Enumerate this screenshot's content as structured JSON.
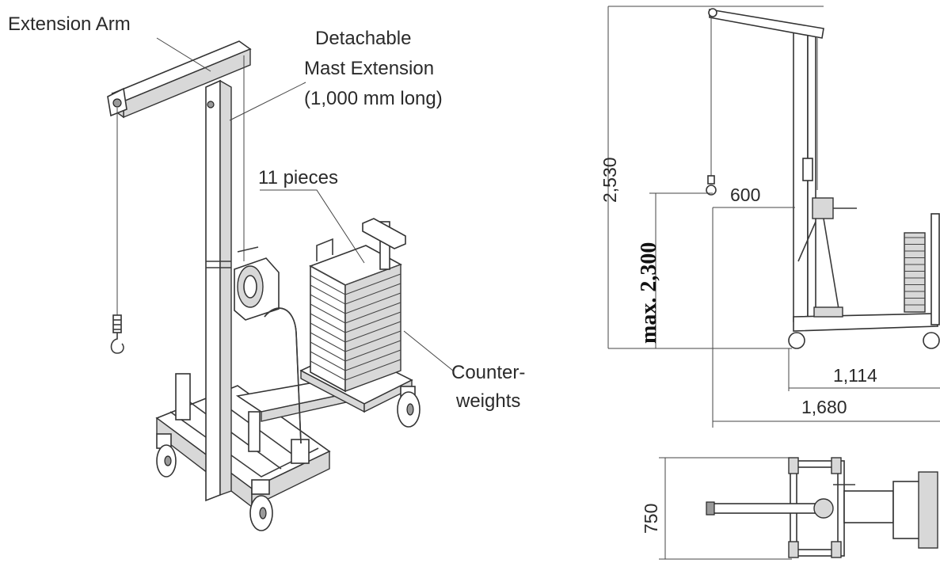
{
  "callouts": {
    "extension_arm": "Extension Arm",
    "mast_extension": [
      "Detachable",
      "Mast Extension",
      "(1,000 mm long)"
    ],
    "pieces": "11 pieces",
    "counterweights": [
      "Counter-",
      "weights"
    ]
  },
  "dimensions": {
    "total_height": "2,530",
    "hook_height": "max. 2,300",
    "reach": "600",
    "base_inner": "1,114",
    "base_length": "1,680",
    "width": "750"
  }
}
